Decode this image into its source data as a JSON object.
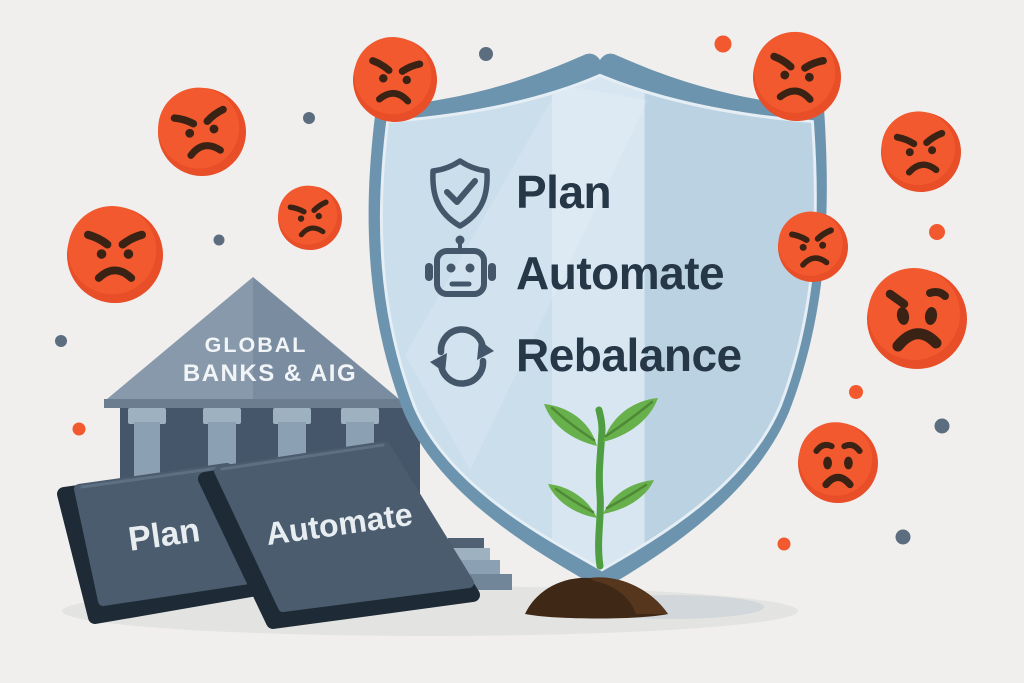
{
  "shield": {
    "items": [
      {
        "icon": "shield-check-icon",
        "label": "Plan"
      },
      {
        "icon": "robot-icon",
        "label": "Automate"
      },
      {
        "icon": "refresh-icon",
        "label": "Rebalance"
      }
    ]
  },
  "bank": {
    "sign": {
      "line1": "GLOBAL",
      "line2": "BANKS & AIG"
    }
  },
  "tiles": [
    {
      "label": "Plan"
    },
    {
      "label": "Automate"
    }
  ],
  "emojis": {
    "angry_count": 8,
    "worried_count": 1
  },
  "colors": {
    "background": "#f0efed",
    "angry_face": "#f2592e",
    "face_features": "#3a2314",
    "shield_border": "#6d94ae",
    "shield_fill": "#cbdeec",
    "dark_slate": "#46566a",
    "tile_face": "#4a5c6d",
    "leaf_green": "#68b04c",
    "stem_green": "#4f9e41",
    "soil_brown": "#3f2815",
    "text_navy": "#263748",
    "grey_dot": "#5b6d7f"
  }
}
